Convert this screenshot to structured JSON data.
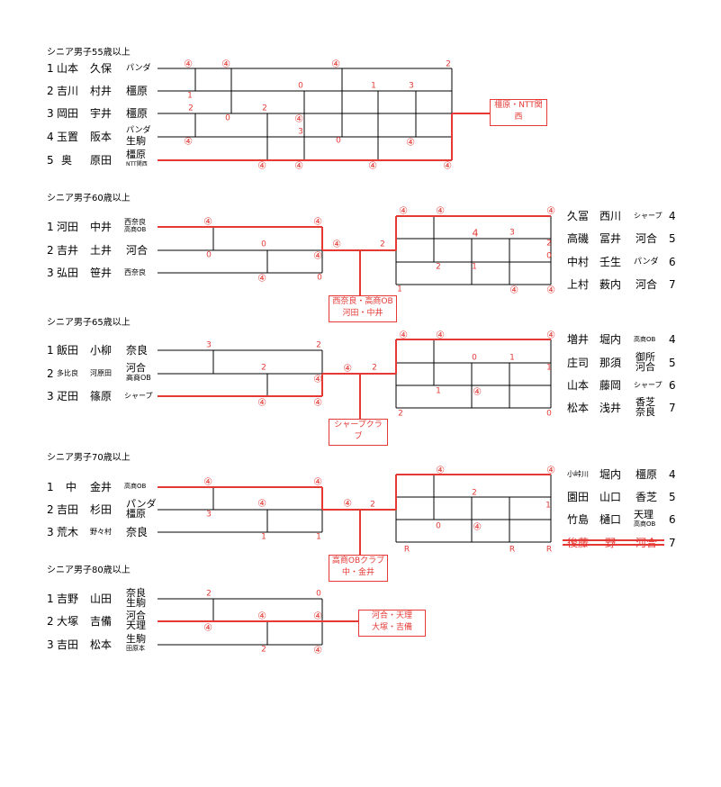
{
  "colors": {
    "line": "#000000",
    "accent": "#e53935"
  },
  "sections": [
    {
      "title": "シニア男子55歳以上",
      "players": [
        {
          "seed": "1",
          "n1": "山本",
          "n2": "久保",
          "club": "パンダ"
        },
        {
          "seed": "2",
          "n1": "吉川",
          "n2": "村井",
          "club": "橿原"
        },
        {
          "seed": "3",
          "n1": "岡田",
          "n2": "宇井",
          "club": "橿原"
        },
        {
          "seed": "4",
          "n1": "玉置",
          "n2": "阪本",
          "club_top": "パンダ",
          "club_bot": "生駒"
        },
        {
          "seed": "5",
          "n1": "奥",
          "n2": "原田",
          "club": "橿原",
          "club_sub": "NTT関西"
        }
      ],
      "winner_box": [
        "橿原・NTT関",
        "西"
      ]
    },
    {
      "title": "シニア男子60歳以上",
      "players": [
        {
          "seed": "1",
          "n1": "河田",
          "n2": "中井",
          "club_top": "西奈良",
          "club_bot": "高商OB"
        },
        {
          "seed": "2",
          "n1": "吉井",
          "n2": "土井",
          "club": "河合"
        },
        {
          "seed": "3",
          "n1": "弘田",
          "n2": "笹井",
          "club": "西奈良"
        }
      ],
      "right_players": [
        {
          "seed": "4",
          "n1": "久冨",
          "n2": "西川",
          "club": "シャープ"
        },
        {
          "seed": "5",
          "n1": "高磯",
          "n2": "冨井",
          "club": "河合"
        },
        {
          "seed": "6",
          "n1": "中村",
          "n2": "壬生",
          "club": "パンダ"
        },
        {
          "seed": "7",
          "n1": "上村",
          "n2": "薮内",
          "club": "河合"
        }
      ],
      "winner_box": [
        "西奈良・高商OB",
        "河田・中井"
      ]
    },
    {
      "title": "シニア男子65歳以上",
      "players": [
        {
          "seed": "1",
          "n1": "飯田",
          "n2": "小柳",
          "club": "奈良"
        },
        {
          "seed": "2",
          "n1": "多比良",
          "n2": "河原田",
          "club_top": "河合",
          "club_bot": "高商OB"
        },
        {
          "seed": "3",
          "n1": "疋田",
          "n2": "篠原",
          "club": "シャープ"
        }
      ],
      "right_players": [
        {
          "seed": "4",
          "n1": "増井",
          "n2": "堀内",
          "club": "高商OB"
        },
        {
          "seed": "5",
          "n1": "庄司",
          "n2": "那須",
          "club_top": "御所",
          "club_bot": "河合"
        },
        {
          "seed": "6",
          "n1": "山本",
          "n2": "藤岡",
          "club": "シャープ"
        },
        {
          "seed": "7",
          "n1": "松本",
          "n2": "浅井",
          "club_top": "香芝",
          "club_bot": "奈良"
        }
      ],
      "winner_box": [
        "シャープクラ",
        "ブ"
      ]
    },
    {
      "title": "シニア男子70歳以上",
      "players": [
        {
          "seed": "1",
          "n1": "中",
          "n2": "金井",
          "club": "高商OB"
        },
        {
          "seed": "2",
          "n1": "吉田",
          "n2": "杉田",
          "club_top": "パンダ",
          "club_bot": "橿原"
        },
        {
          "seed": "3",
          "n1": "荒木",
          "n2": "野々村",
          "club": "奈良"
        }
      ],
      "right_players": [
        {
          "seed": "4",
          "n1": "小峠川",
          "n2": "堀内",
          "club": "橿原"
        },
        {
          "seed": "5",
          "n1": "園田",
          "n2": "山口",
          "club": "香芝"
        },
        {
          "seed": "6",
          "n1": "竹島",
          "n2": "樋口",
          "club_top": "天理",
          "club_bot": "高商OB"
        },
        {
          "seed": "7",
          "n1": "後藤",
          "n2": "野",
          "club": "河合"
        }
      ],
      "winner_box": [
        "高商OBクラブ",
        "中・金井"
      ]
    },
    {
      "title": "シニア男子80歳以上",
      "players": [
        {
          "seed": "1",
          "n1": "吉野",
          "n2": "山田",
          "club_top": "奈良",
          "club_bot": "生駒"
        },
        {
          "seed": "2",
          "n1": "大塚",
          "n2": "吉備",
          "club_top": "河合",
          "club_bot": "天理"
        },
        {
          "seed": "3",
          "n1": "吉田",
          "n2": "松本",
          "club_top": "生駒",
          "club_bot": "田原本"
        }
      ],
      "winner_box": [
        "河合・天理",
        "大塚・吉備"
      ]
    }
  ],
  "scores": {
    "s55": [
      "④",
      "④",
      "④",
      "2",
      "1",
      "0",
      "1",
      "3",
      "2",
      "0",
      "2",
      "④",
      "3",
      "④",
      "0",
      "④",
      "④",
      "④",
      "④",
      "④"
    ],
    "s60": [
      "④",
      "④",
      "④",
      "0",
      "0",
      "2",
      "④",
      "④",
      "0",
      "④",
      "④",
      "④",
      "4",
      "3",
      "2",
      "2",
      "1",
      "0",
      "④",
      "1",
      "④",
      "④"
    ],
    "s65": [
      "3",
      "2",
      "2",
      "④",
      "④",
      "④",
      "④",
      "2",
      "0",
      "1",
      "1",
      "1",
      "④",
      "④",
      "④",
      "2",
      "④",
      "0"
    ],
    "s70": [
      "④",
      "④",
      "3",
      "2",
      "1",
      "1",
      "④",
      "④",
      "1",
      "④",
      "④",
      "2",
      "0",
      "0",
      "④",
      "④",
      "R",
      "R",
      "R"
    ],
    "s80": [
      "2",
      "0",
      "④",
      "④",
      "④",
      "2",
      "④"
    ]
  }
}
